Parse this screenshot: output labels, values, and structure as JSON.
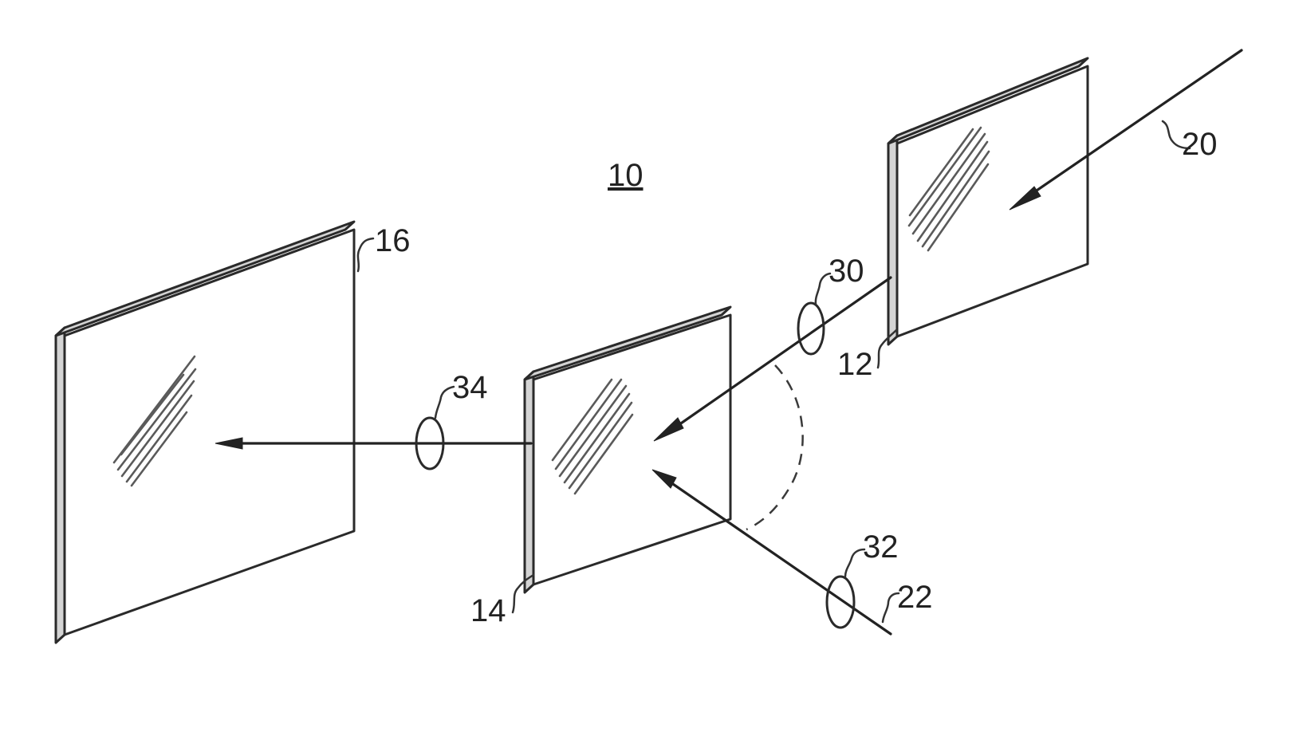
{
  "figure": {
    "assembly_label": "10",
    "labels": {
      "plate_first": "12",
      "plate_second": "14",
      "plate_third": "16",
      "input_beam": "20",
      "reflected_beam": "22",
      "polarization_after_first": "30",
      "polarization_reflected": "32",
      "polarization_transmitted": "34"
    }
  }
}
